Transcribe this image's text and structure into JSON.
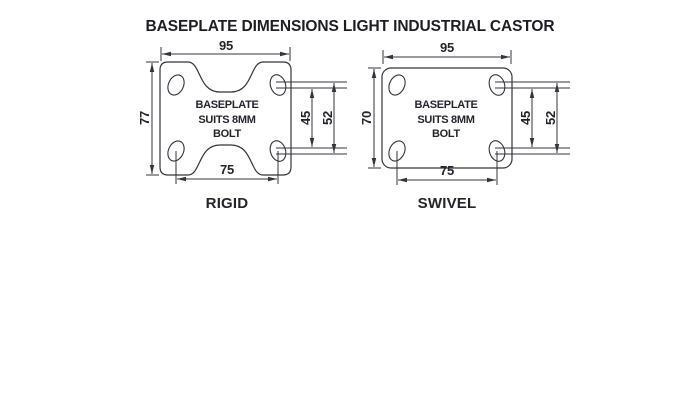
{
  "title": "BASEPLATE DIMENSIONS LIGHT INDUSTRIAL CASTOR",
  "diagrams": {
    "rigid": {
      "label": "RIGID",
      "plate_text": [
        "BASEPLATE",
        "SUITS 8MM",
        "BOLT"
      ],
      "dim_width": "95",
      "dim_height": "77",
      "dim_bolt_x": "75",
      "dim_bolt_inner": "45",
      "dim_bolt_outer": "52"
    },
    "swivel": {
      "label": "SWIVEL",
      "plate_text": [
        "BASEPLATE",
        "SUITS 8MM",
        "BOLT"
      ],
      "dim_width": "95",
      "dim_height": "70",
      "dim_bolt_x": "75",
      "dim_bolt_inner": "45",
      "dim_bolt_outer": "52"
    }
  },
  "colors": {
    "line": "#35333b",
    "text": "#26242b",
    "title_text": "#1f1d23",
    "background": "#ffffff"
  }
}
